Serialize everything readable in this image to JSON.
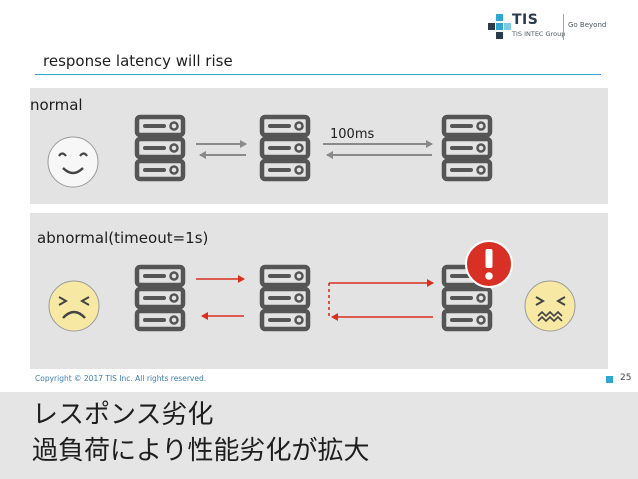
{
  "header": {
    "logo_name": "TIS",
    "logo_subtitle": "TIS INTEC Group",
    "logo_tagline": "Go Beyond"
  },
  "slide": {
    "title": "response latency will rise",
    "scenario_normal": "normal",
    "scenario_abnormal": "abnormal(timeout=1s)",
    "latency_label": "100ms",
    "copyright": "Copyright © 2017 TIS Inc. All rights reserved.",
    "page_number": "25"
  },
  "caption": {
    "line1": "レスポンス劣化",
    "line2": "過負荷により性能劣化が拡大"
  },
  "colors": {
    "accent": "#2fa8cf",
    "server": "#555555",
    "normal_arrow": "#8a8a8a",
    "error_arrow": "#d9301e",
    "alert": "#d93025",
    "smile_face": "#f7f7f7",
    "sad_face": "#f7e9a4"
  },
  "icons": [
    "tis-logo-icon",
    "smile-face-icon",
    "server-icon",
    "sad-face-icon",
    "distressed-face-icon",
    "alert-icon"
  ]
}
